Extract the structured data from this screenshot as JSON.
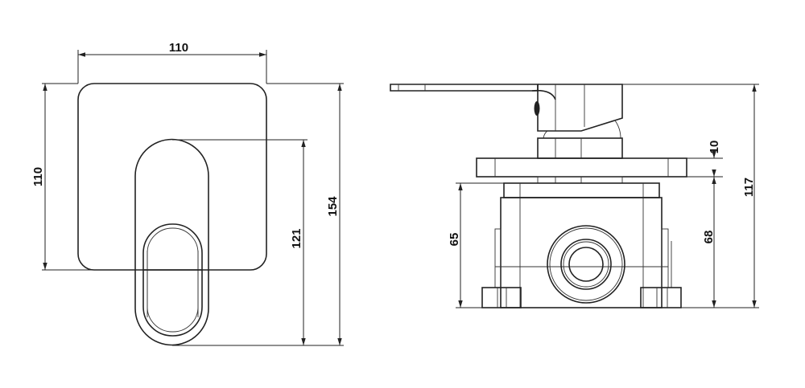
{
  "front_view": {
    "plate_width": "110",
    "plate_height": "110",
    "handle_height": "121",
    "overall_height": "154"
  },
  "side_view": {
    "plate_thickness": "10",
    "body_depth_left": "65",
    "body_depth_right": "68",
    "overall_depth": "117"
  }
}
